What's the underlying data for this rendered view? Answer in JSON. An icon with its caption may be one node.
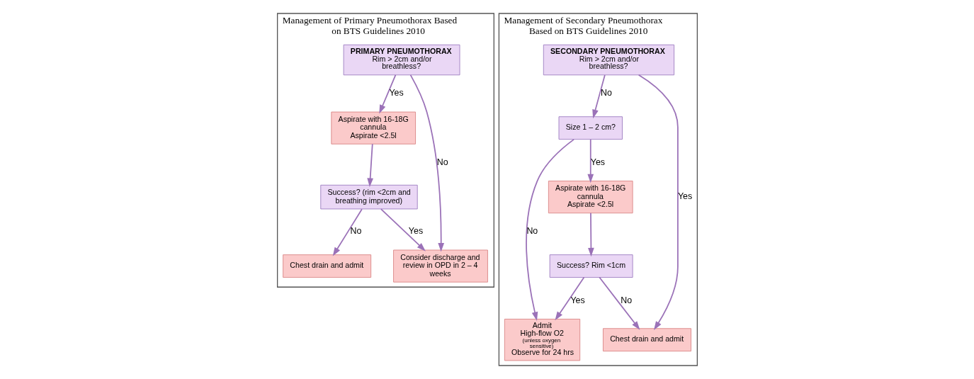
{
  "diagram": {
    "nodes": [
      {
        "text": [
          "Management of Primary Pneumothorax Based on BTS Guidelines 2010"
        ]
      },
      {
        "text": [
          "PRIMARY PNEUMOTHORAX",
          "Rim > 2cm and/or breathless?"
        ],
        "in": 0
      },
      {
        "text": [
          "Aspirate with 16-18G cannula",
          "Aspirate <2.5l"
        ],
        "in": 0
      },
      {
        "text": [
          "Success? (rim <2cm and breathing improved)"
        ],
        "in": 0
      },
      {
        "text": [
          "Consider discharge and review in OPD in 2 – 4 weeks"
        ],
        "in": 0
      },
      {
        "text": [
          "Chest drain and admit"
        ],
        "in": 0
      },
      {
        "text": [
          "Management of Secondary Pneumothorax Based on BTS Guidelines 2010"
        ]
      },
      {
        "text": [
          "SECONDARY PNEUMOTHORAX",
          "Rim > 2cm and/or breathless?"
        ],
        "in": 6
      },
      {
        "text": [
          "Size 1 – 2 cm?"
        ],
        "in": 6
      },
      {
        "text": [
          "Aspirate with 16-18G cannula",
          "Aspirate <2.5l"
        ],
        "in": 6
      },
      {
        "text": [
          "Success? Rim <1cm"
        ],
        "in": 6
      },
      {
        "text": [
          "Admit",
          "High-flow O2",
          "(unless oxygen sensitive)",
          "Observe for 24 hrs"
        ],
        "in": 6
      },
      {
        "text": [
          "Chest drain and admit"
        ],
        "in": 6
      }
    ],
    "edges": [
      {
        "from": 1,
        "to": 2,
        "arrow": "to",
        "label": "Yes"
      },
      {
        "from": 1,
        "to": 4,
        "arrow": "to",
        "label": "No"
      },
      {
        "from": 2,
        "to": 3,
        "arrow": "to"
      },
      {
        "from": 3,
        "to": 4,
        "arrow": "to",
        "label": "Yes"
      },
      {
        "from": 3,
        "to": 5,
        "arrow": "to",
        "label": "No"
      },
      {
        "from": 7,
        "to": 8,
        "arrow": "to",
        "label": "No"
      },
      {
        "from": 7,
        "to": 12,
        "arrow": "to",
        "label": "Yes"
      },
      {
        "from": 8,
        "to": 9,
        "arrow": "to",
        "label": "Yes"
      },
      {
        "from": 8,
        "to": 11,
        "arrow": "to",
        "label": "No"
      },
      {
        "from": 9,
        "to": 10,
        "arrow": "to"
      },
      {
        "from": 10,
        "to": 11,
        "arrow": "to",
        "label": "Yes"
      },
      {
        "from": 10,
        "to": 12,
        "arrow": "to",
        "label": "No"
      }
    ]
  }
}
